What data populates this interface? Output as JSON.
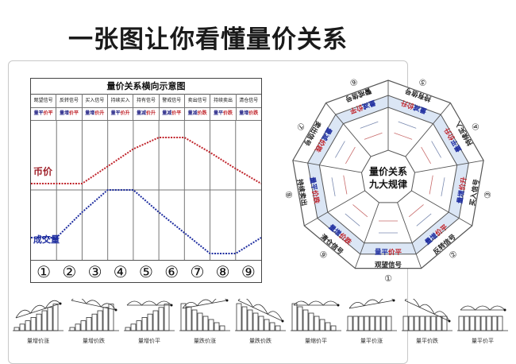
{
  "page_title": "一张图让你看懂量价关系",
  "left_chart": {
    "title": "量价关系横向示意图",
    "signals": [
      "观望信号",
      "反转信号",
      "买入信号",
      "持续买入",
      "持有信号",
      "警戒信号",
      "卖出信号",
      "持续卖出",
      "清仓信号"
    ],
    "patterns": [
      {
        "v": "量平",
        "p": "价平"
      },
      {
        "v": "量增",
        "p": "价平"
      },
      {
        "v": "量增",
        "p": "价升"
      },
      {
        "v": "量平",
        "p": "价升"
      },
      {
        "v": "量减",
        "p": "价升"
      },
      {
        "v": "量减",
        "p": "价平"
      },
      {
        "v": "量减",
        "p": "价跌"
      },
      {
        "v": "量平",
        "p": "价跌"
      },
      {
        "v": "量增",
        "p": "价跌"
      }
    ],
    "price_label": "币价",
    "volume_label": "成交量",
    "stage_numbers": [
      "①",
      "②",
      "③",
      "④",
      "⑤",
      "⑥",
      "⑦",
      "⑧",
      "⑨"
    ],
    "colors": {
      "price": "#c0242b",
      "volume": "#1f2ea0",
      "grid": "#777777"
    }
  },
  "chart_data": {
    "type": "line",
    "title": "量价关系横向示意图",
    "categories": [
      "1",
      "2",
      "3",
      "4",
      "5",
      "6",
      "7",
      "8",
      "9"
    ],
    "series": [
      {
        "name": "币价",
        "points_x": [
          0,
          1,
          2,
          3,
          4,
          5,
          6,
          7,
          8,
          9
        ],
        "values": [
          1,
          1,
          1,
          2.5,
          4,
          5,
          5,
          3.7,
          2.3,
          1
        ]
      },
      {
        "name": "成交量",
        "points_x": [
          0,
          1,
          2,
          3,
          4,
          5,
          6,
          7,
          8,
          9
        ],
        "values": [
          2,
          2,
          3.6,
          5,
          5,
          3.6,
          2.3,
          1,
          1,
          2
        ]
      }
    ],
    "xlabel": "",
    "ylabel": "",
    "grid": true
  },
  "octagon": {
    "center_line1": "量价关系",
    "center_line2": "九大规律",
    "segments": [
      {
        "num": "①",
        "outer": "观望信号",
        "inner_v": "量平",
        "inner_p": "价平"
      },
      {
        "num": "②",
        "outer": "反转信号",
        "inner_v": "量增",
        "inner_p": "价平"
      },
      {
        "num": "③",
        "outer": "买入信号",
        "inner_v": "量增",
        "inner_p": "价升"
      },
      {
        "num": "④",
        "outer": "持续买入",
        "inner_v": "量平",
        "inner_p": "价升"
      },
      {
        "num": "⑤",
        "outer": "持有信号",
        "inner_v": "量减",
        "inner_p": "价升"
      },
      {
        "num": "⑥",
        "outer": "警戒信号",
        "inner_v": "量减",
        "inner_p": "价平"
      },
      {
        "num": "⑦",
        "outer": "卖出信号",
        "inner_v": "量减",
        "inner_p": "价跌"
      },
      {
        "num": "⑧",
        "outer": "持续卖出",
        "inner_v": "量平",
        "inner_p": "价跌"
      },
      {
        "num": "⑨",
        "outer": "清仓信号",
        "inner_v": "量增",
        "inner_p": "价跌"
      }
    ]
  },
  "bottom_patterns": [
    {
      "label": "量增价涨",
      "bars": "up",
      "trend": "up"
    },
    {
      "label": "量增价跌",
      "bars": "up",
      "trend": "down"
    },
    {
      "label": "量增价平",
      "bars": "up",
      "trend": "flat"
    },
    {
      "label": "量跌价涨",
      "bars": "down",
      "trend": "up"
    },
    {
      "label": "量跌价跌",
      "bars": "down",
      "trend": "down"
    },
    {
      "label": "量缩价平",
      "bars": "down",
      "trend": "flat"
    },
    {
      "label": "量平价涨",
      "bars": "flat",
      "trend": "up"
    },
    {
      "label": "量平价跌",
      "bars": "flat",
      "trend": "down"
    },
    {
      "label": "量平价平",
      "bars": "flat",
      "trend": "flat"
    }
  ]
}
